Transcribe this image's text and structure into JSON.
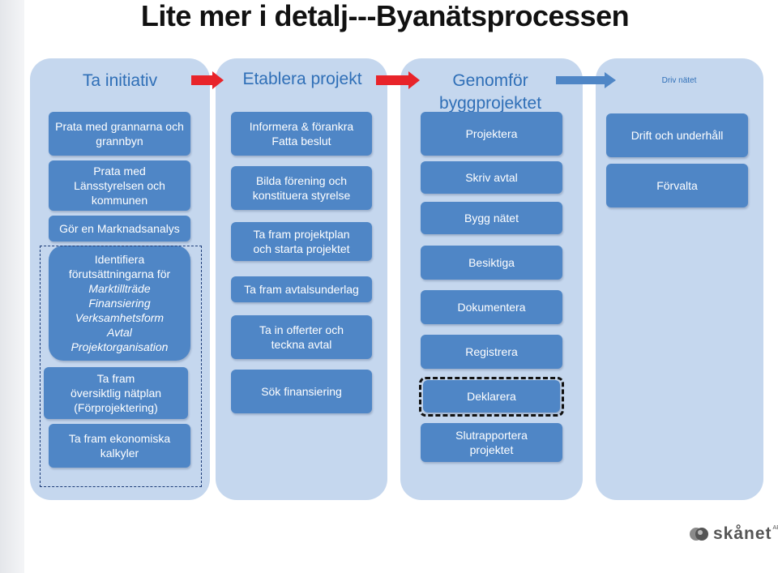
{
  "title": "Lite mer i detalj---Byanätsprocessen",
  "colors": {
    "panel": "#c5d7ee",
    "box": "#4f86c6",
    "heading": "#2f6fb7",
    "arrow_red": "#e8242a",
    "arrow_blue": "#4f86c6"
  },
  "phases": [
    {
      "heading": "Ta initiativ",
      "boxes": [
        {
          "lines": [
            "Prata med grannarna och",
            "grannbyn"
          ]
        },
        {
          "lines": [
            "Prata med",
            "Länsstyrelsen och",
            "kommunen"
          ]
        },
        {
          "lines": [
            "Gör en Marknadsanalys"
          ]
        },
        {
          "lines": [
            "Identifiera",
            "förutsättningarna för",
            "Marktillträde",
            "Finansiering",
            "Verksamhetsform",
            "Avtal",
            "Projektorganisation"
          ]
        },
        {
          "lines": [
            "Ta fram",
            "översiktlig nätplan",
            "(Förprojektering)"
          ]
        },
        {
          "lines": [
            "Ta fram  ekonomiska",
            "kalkyler"
          ]
        }
      ]
    },
    {
      "heading": "Etablera projekt",
      "boxes": [
        {
          "lines": [
            "Informera & förankra",
            "Fatta beslut"
          ]
        },
        {
          "lines": [
            "Bilda förening  och",
            "konstituera  styrelse"
          ]
        },
        {
          "lines": [
            "Ta fram  projektplan",
            "och starta projektet"
          ]
        },
        {
          "lines": [
            "Ta  fram avtalsunderlag"
          ]
        },
        {
          "lines": [
            "Ta in offerter  och",
            "teckna avtal"
          ]
        },
        {
          "lines": [
            "Sök finansiering"
          ]
        }
      ]
    },
    {
      "heading": "Genomför byggprojektet",
      "boxes": [
        {
          "lines": [
            "Projektera"
          ]
        },
        {
          "lines": [
            "Skriv avtal"
          ]
        },
        {
          "lines": [
            "Bygg nätet"
          ]
        },
        {
          "lines": [
            "Besiktiga"
          ]
        },
        {
          "lines": [
            "Dokumentera"
          ]
        },
        {
          "lines": [
            "Registrera"
          ]
        },
        {
          "lines": [
            "Deklarera"
          ]
        },
        {
          "lines": [
            "Slutrapportera",
            "projektet"
          ]
        }
      ]
    },
    {
      "heading": "Driv nätet",
      "boxes": [
        {
          "lines": [
            "Drift och underhåll"
          ]
        },
        {
          "lines": [
            "Förvalta"
          ]
        }
      ]
    }
  ],
  "logo": {
    "text": "skånet",
    "sup": "AB"
  }
}
